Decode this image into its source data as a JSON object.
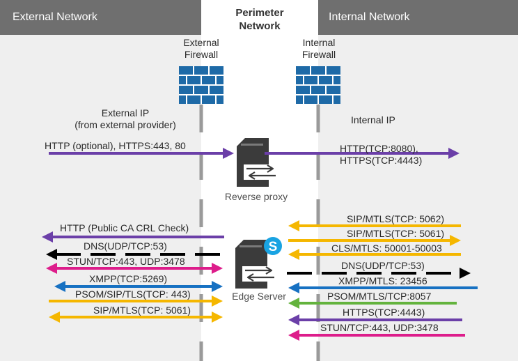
{
  "zones": {
    "external": "External Network",
    "perimeter": "Perimeter\nNetwork",
    "internal": "Internal Network"
  },
  "firewalls": {
    "external": "External\nFirewall",
    "internal": "Internal\nFirewall"
  },
  "ip_labels": {
    "external": "External IP\n(from external provider)",
    "internal": "Internal IP"
  },
  "servers": {
    "reverse_proxy": "Reverse proxy",
    "edge": "Edge Server"
  },
  "flows": {
    "proxy_external": "HTTP (optional), HTTPS:443, 80",
    "proxy_internal": "HTTP(TCP:8080),\nHTTPS(TCP:4443)",
    "external": [
      "HTTP (Public CA CRL Check)",
      "DNS(UDP/TCP:53)",
      "STUN/TCP:443, UDP:3478",
      "XMPP(TCP:5269)",
      "PSOM/SIP/TLS(TCP: 443)",
      "SIP/MTLS(TCP: 5061)"
    ],
    "internal": [
      "SIP/MTLS(TCP: 5062)",
      "SIP/MTLS(TCP: 5061)",
      "CLS/MTLS: 50001-50003",
      "DNS(UDP/TCP:53)",
      "XMPP/MTLS: 23456",
      "PSOM/MTLS/TCP:8057",
      "HTTPS(TCP:4443)",
      "STUN/TCP:443, UDP:3478"
    ]
  },
  "colors": {
    "zone_bg": "#efefef",
    "header_bg": "#6f6f6f",
    "firewall": "#1e6aa7",
    "purple": "#6b3fa8",
    "black": "#000000",
    "magenta": "#dd1d8b",
    "blue": "#1771c2",
    "yellow": "#f5b700",
    "green": "#63b33d",
    "server": "#3b3b3b",
    "skype": "#19a3e2"
  },
  "icons": [
    "firewall-icon",
    "server-icon",
    "skype-icon"
  ]
}
